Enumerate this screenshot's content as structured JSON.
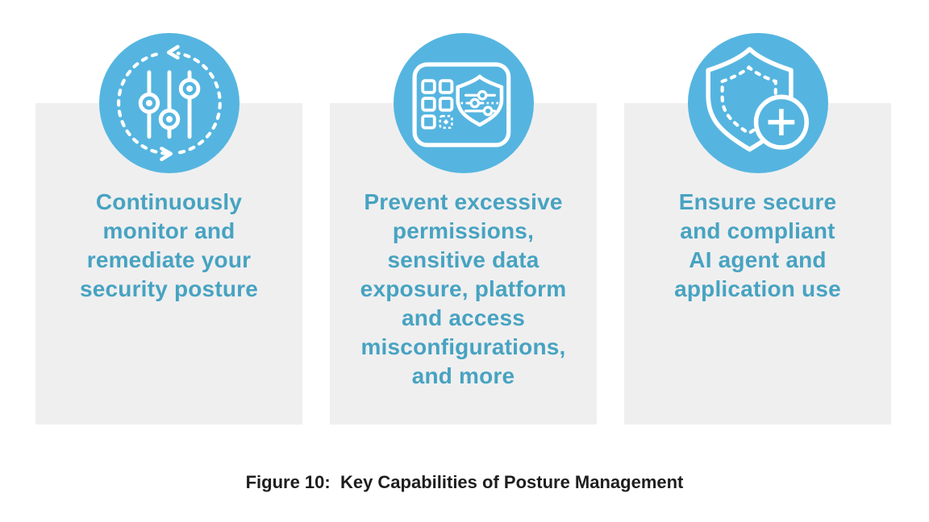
{
  "figure": {
    "caption": "Figure 10:  Key Capabilities of Posture Management"
  },
  "colors": {
    "icon_circle_blue": "#55B5E0",
    "card_background_gray": "#EFEFF0",
    "card_text_teal": "#47A3C1",
    "caption_dark": "#1E1E1E",
    "icon_stroke_white": "#FFFFFF"
  },
  "cards": [
    {
      "icon": "continuous-monitoring-sliders-icon",
      "text": "Continuously\nmonitor and\nremediate your\nsecurity posture"
    },
    {
      "icon": "policy-dashboard-shield-icon",
      "text": "Prevent excessive\npermissions,\nsensitive data\nexposure, platform\nand access\nmisconfigurations,\nand more"
    },
    {
      "icon": "shield-plus-icon",
      "text": "Ensure secure\nand compliant\nAI agent and\napplication use"
    }
  ]
}
